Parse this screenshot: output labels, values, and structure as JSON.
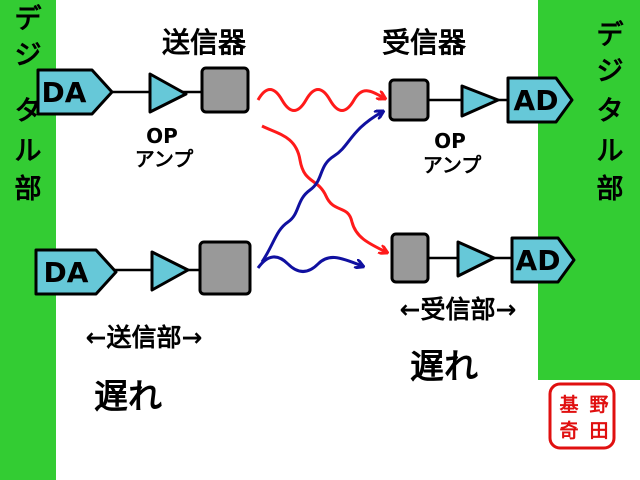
{
  "side_labels": {
    "left_digital": [
      "デ",
      "ジ",
      "タ",
      "ル",
      "部"
    ],
    "right_digital": [
      "デ",
      "ジ",
      "タ",
      "ル",
      "部"
    ]
  },
  "headers": {
    "transmitter": "送信器",
    "receiver": "受信器"
  },
  "converters": {
    "tx_top": "DA",
    "tx_bottom": "DA",
    "rx_top": "AD",
    "rx_bottom": "AD"
  },
  "opamp": {
    "left_line1": "OP",
    "left_line2": "アンプ",
    "right_line1": "OP",
    "right_line2": "アンプ"
  },
  "delays": {
    "tx_label": "←送信部→",
    "tx_delay": "遅れ",
    "rx_label": "←受信部→",
    "rx_delay": "遅れ"
  },
  "seal": {
    "chars": [
      "野",
      "田",
      "基",
      "奇"
    ],
    "color": "#e01010"
  },
  "colors": {
    "digital_green": "#33cc33",
    "converter_cyan": "#66c8d8",
    "device_gray": "#999999",
    "signal_red": "#ff1a1a",
    "signal_blue": "#1010a0"
  }
}
